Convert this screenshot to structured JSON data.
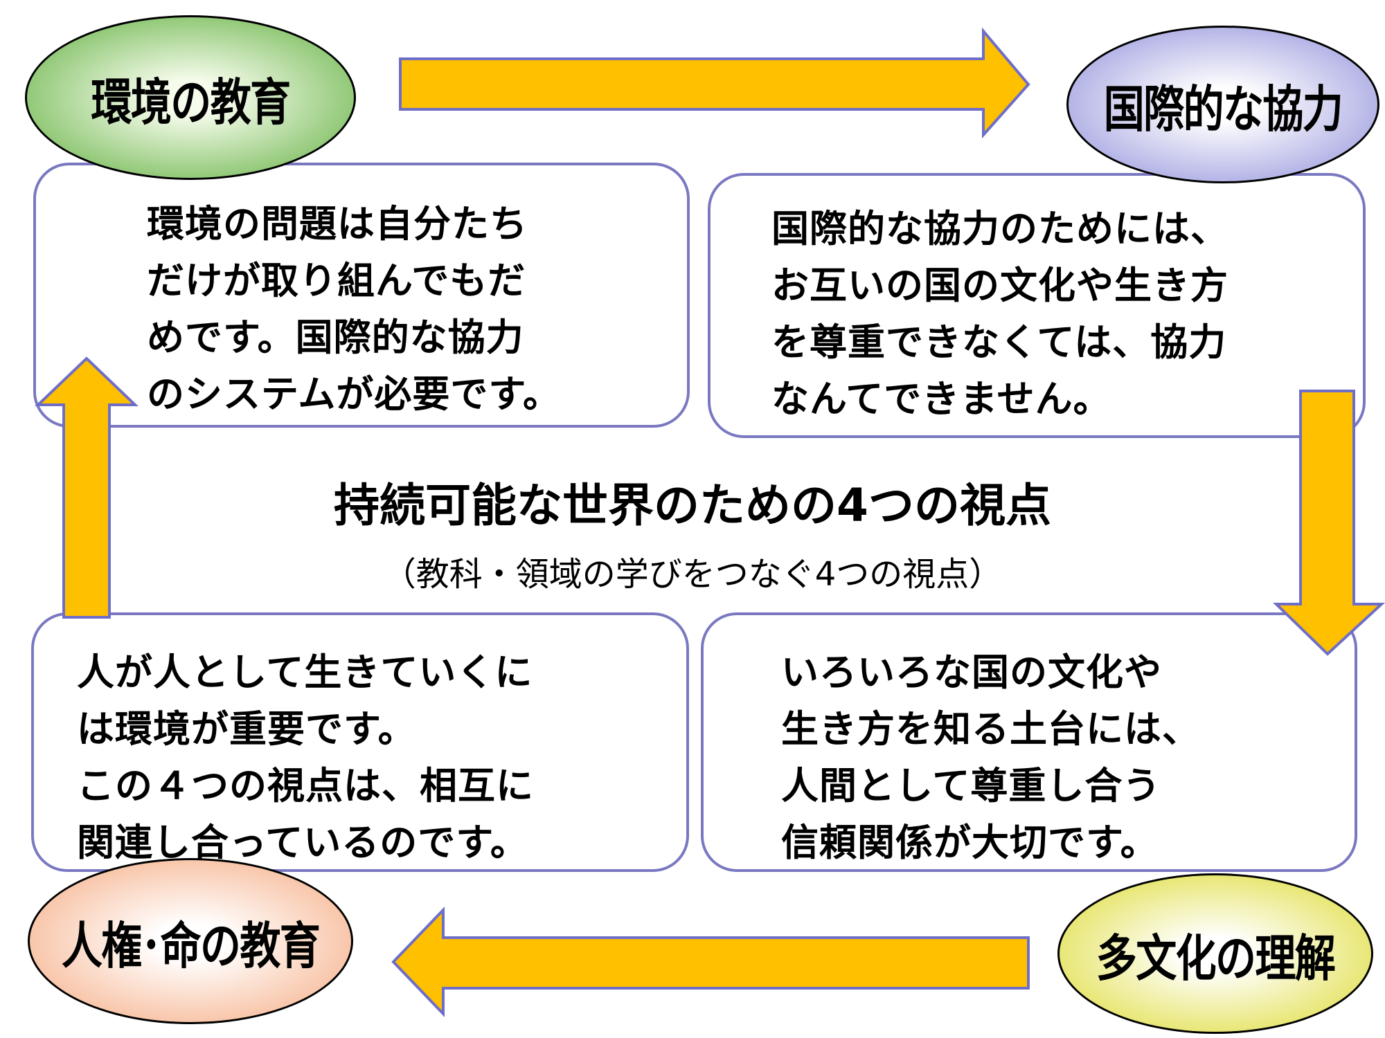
{
  "colors": {
    "arrow_fill": "#FFC000",
    "arrow_stroke": "#6E6EC8",
    "panel_border": "#7A78C0"
  },
  "icons": {
    "arrow_top": "right-arrow",
    "arrow_right": "down-arrow",
    "arrow_bottom": "left-arrow",
    "arrow_left": "up-arrow"
  },
  "ovals": {
    "top_left": {
      "label": "環境の教育",
      "gradient": [
        "#F6FCEC",
        "#5EAE3C"
      ]
    },
    "top_right": {
      "label": "国際的な協力",
      "gradient": [
        "#FFFFFF",
        "#8E8EDA"
      ]
    },
    "bottom_left": {
      "label": "人権･命の教育",
      "gradient": [
        "#FFFFFF",
        "#F5A97F"
      ]
    },
    "bottom_right": {
      "label": "多文化の理解",
      "gradient": [
        "#FFFFFF",
        "#DCDA2E"
      ]
    }
  },
  "panels": {
    "top_left": [
      "環境の問題は自分たち",
      "だけが取り組んでもだ",
      "めです。国際的な協力",
      "のシステムが必要です。"
    ],
    "top_right": [
      "国際的な協力のためには、",
      "お互いの国の文化や生き方",
      "を尊重できなくては、協力",
      "なんてできません。"
    ],
    "bottom_left": [
      "人が人として生きていくに",
      "は環境が重要です。",
      "この４つの視点は、相互に",
      "関連し合っているのです。"
    ],
    "bottom_right": [
      "いろいろな国の文化や",
      "生き方を知る土台には、",
      "人間として尊重し合う",
      "信頼関係が大切です。"
    ]
  },
  "center": {
    "title": "持続可能な世界のための4つの視点",
    "subtitle": "（教科・領域の学びをつなぐ4つの視点）"
  }
}
